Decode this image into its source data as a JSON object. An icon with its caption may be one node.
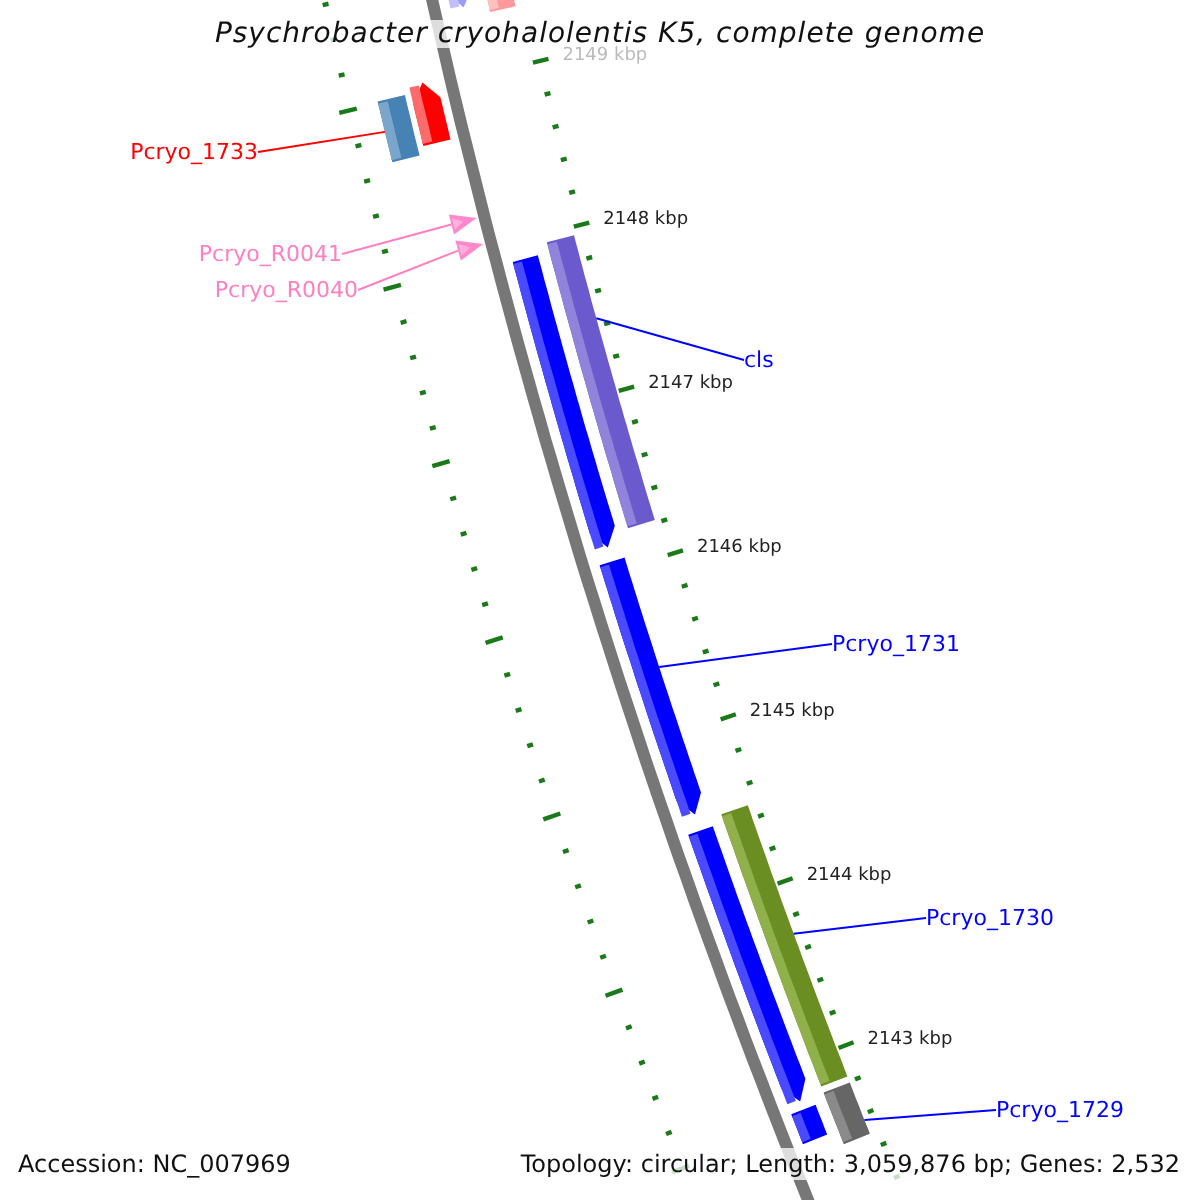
{
  "diagram": {
    "title": "Psychrobacter cryohalolentis K5, complete genome",
    "nodes": [
      {
        "text": [
          "Pcryo_1733"
        ]
      },
      {
        "text": [
          "Pcryo_R0041"
        ]
      },
      {
        "text": [
          "Pcryo_R0040"
        ]
      },
      {
        "text": [
          "cls"
        ]
      },
      {
        "text": [
          "Pcryo_1731"
        ]
      },
      {
        "text": [
          "Pcryo_1730"
        ]
      },
      {
        "text": [
          "Pcryo_1729"
        ]
      },
      {
        "text": [],
        "shape": "bar"
      },
      {
        "text": [],
        "shape": "triangle"
      },
      {
        "text": [],
        "shape": "triangle"
      },
      {
        "text": [],
        "shape": "bar"
      },
      {
        "text": [],
        "shape": "bar"
      },
      {
        "text": [],
        "shape": "bar"
      },
      {
        "text": [],
        "shape": "bar"
      },
      {
        "text": [],
        "shape": "bar"
      },
      {
        "text": [],
        "shape": "bar"
      },
      {
        "text": [],
        "shape": "bar"
      },
      {
        "text": [],
        "shape": "bar"
      },
      {
        "text": [],
        "shape": "bar"
      },
      {
        "text": [],
        "shape": "bar"
      }
    ],
    "edges": [
      {
        "from": 0,
        "to": 7,
        "arrow": "none",
        "color": "#ff0000"
      },
      {
        "from": 1,
        "to": 8,
        "arrow": "none",
        "color": "#ff80c0"
      },
      {
        "from": 2,
        "to": 9,
        "arrow": "none",
        "color": "#ff80c0"
      },
      {
        "from": 3,
        "to": 10,
        "arrow": "none"
      },
      {
        "from": 4,
        "to": 11,
        "arrow": "none"
      },
      {
        "from": 5,
        "to": 12,
        "arrow": "none"
      },
      {
        "from": 6,
        "to": 13,
        "arrow": "none"
      }
    ],
    "labels": [
      "2149 kbp",
      "2148 kbp",
      "2147 kbp",
      "2146 kbp",
      "2145 kbp",
      "2144 kbp",
      "2143 kbp",
      "Accession: NC_007969",
      "Topology: circular; Length: 3,059,876 bp; Genes: 2,532"
    ]
  }
}
